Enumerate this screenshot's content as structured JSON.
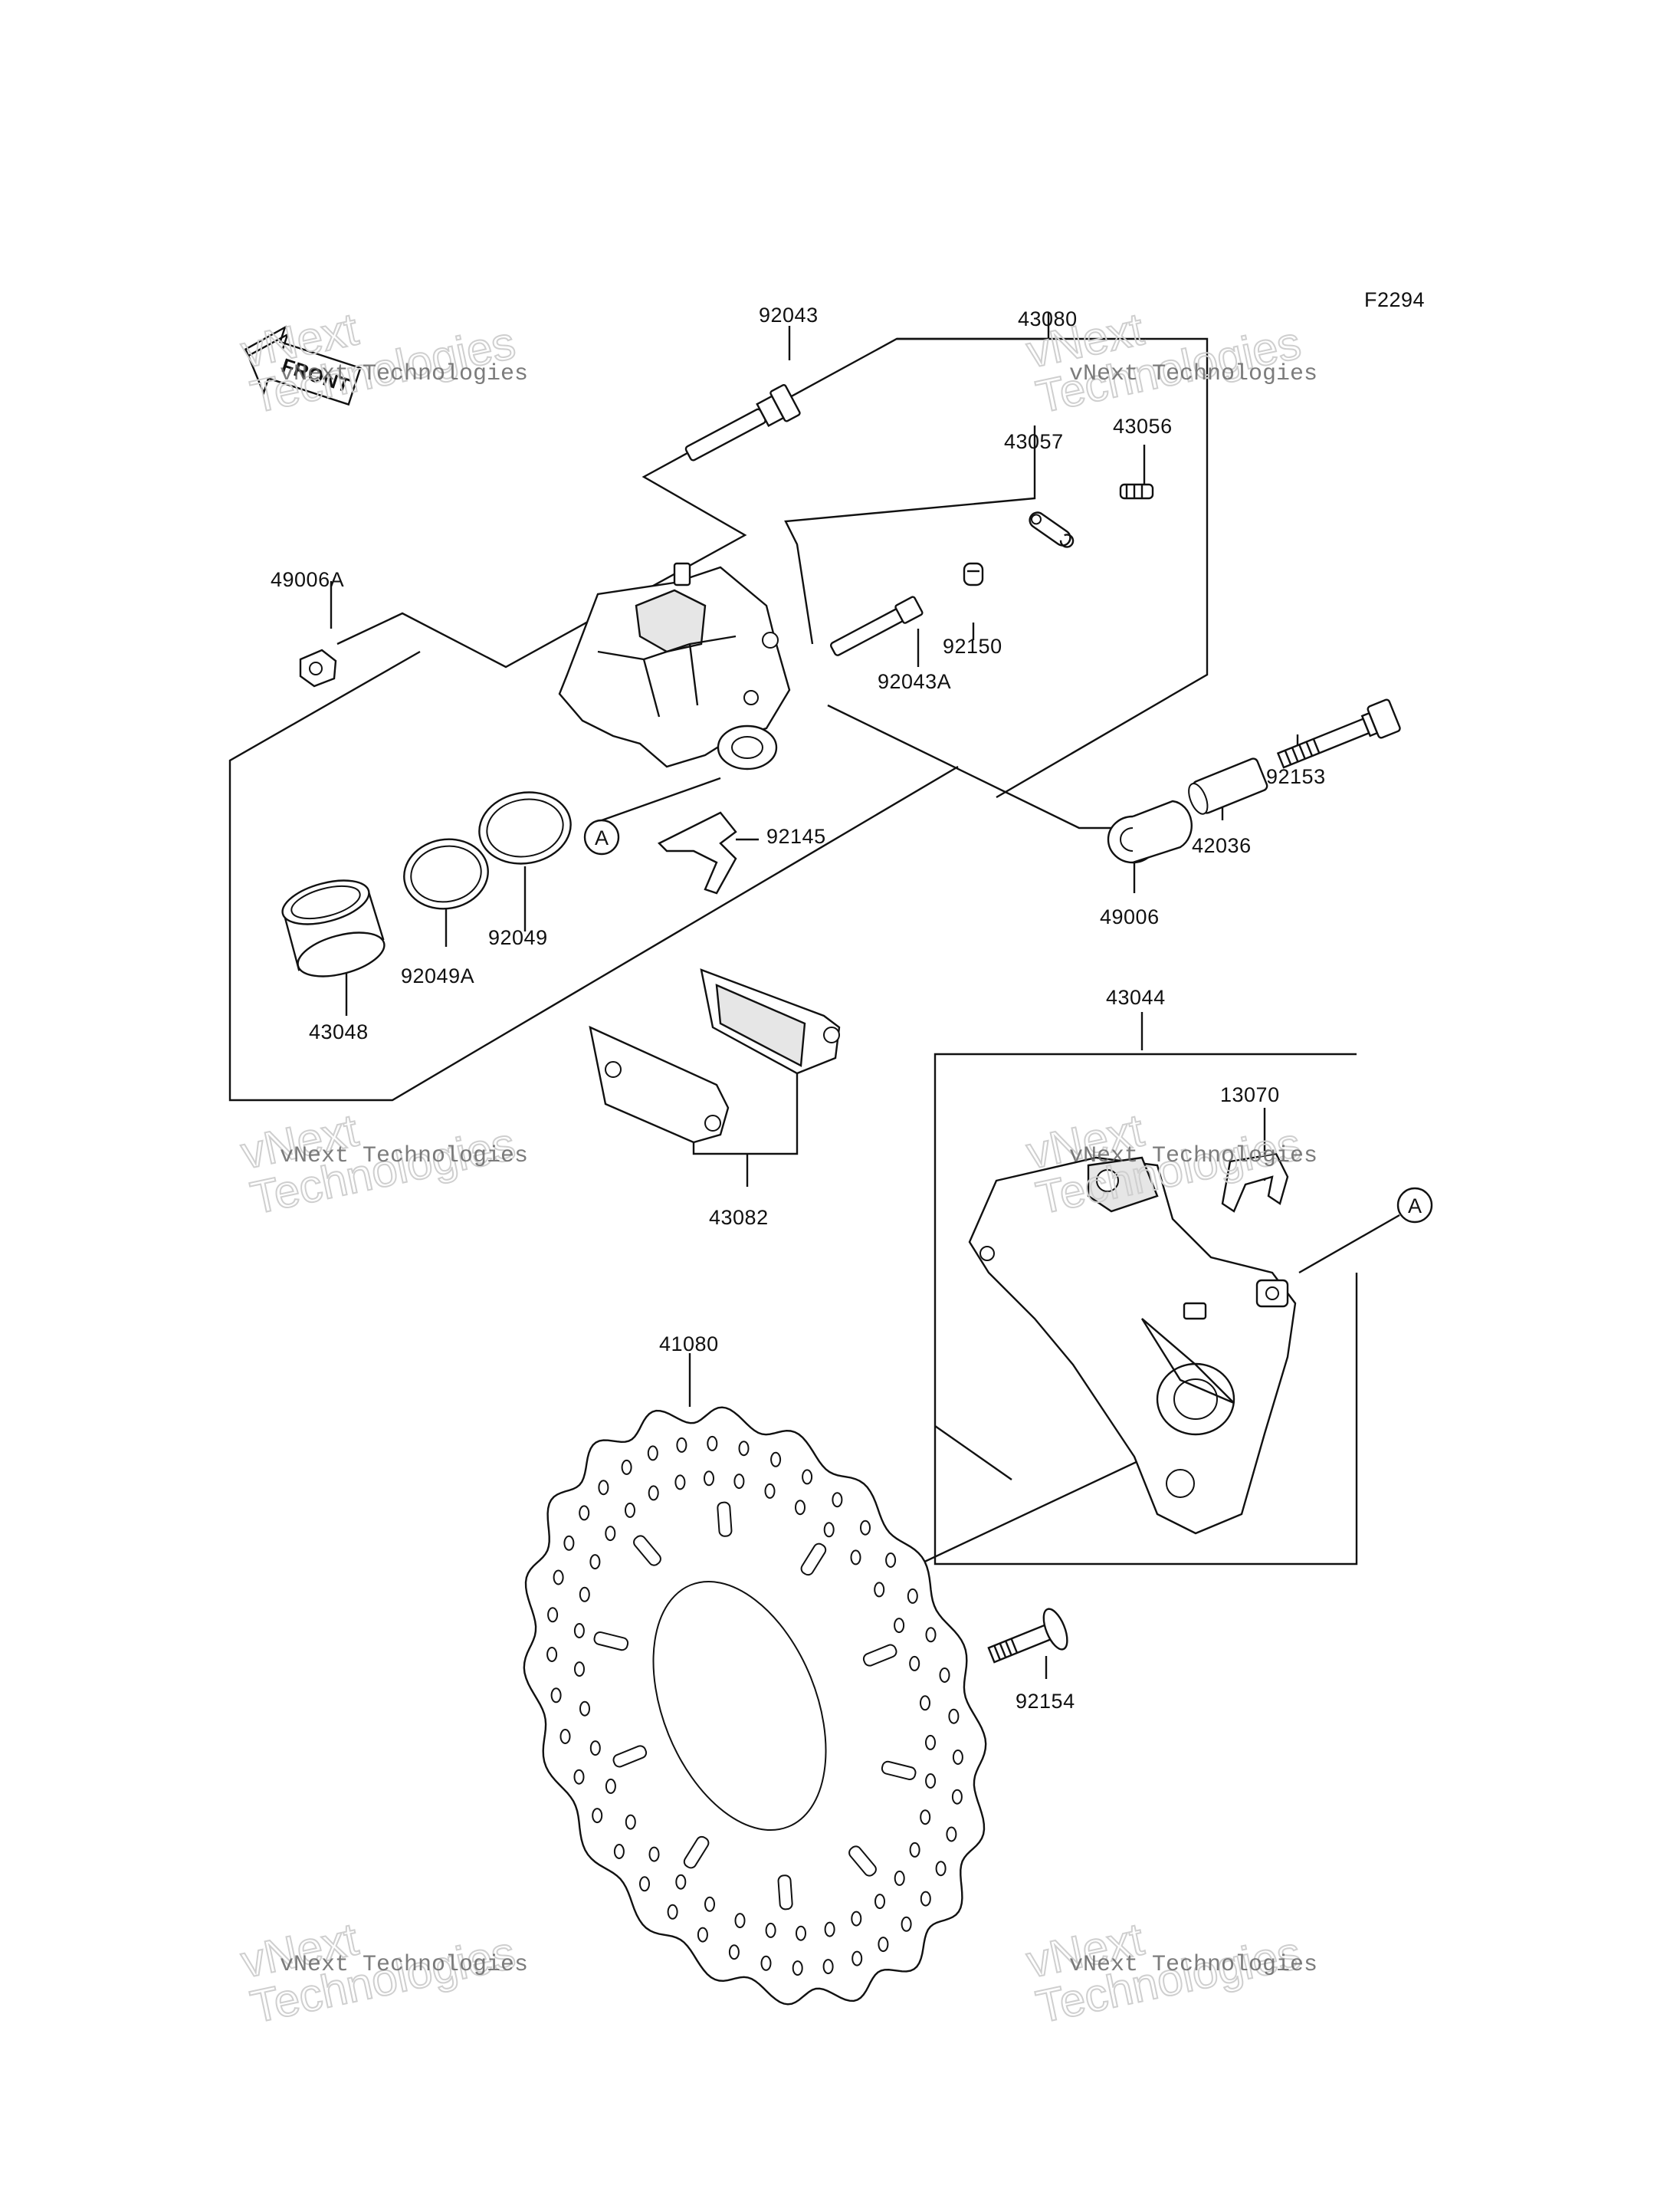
{
  "figure_code": "F2294",
  "front_badge": "FRONT",
  "callout_marker": "A",
  "watermark": {
    "line1": "vNext Technologies",
    "line2": "vNext\nTechnologies"
  },
  "parts": [
    {
      "id": "92043",
      "label": "92043"
    },
    {
      "id": "43080",
      "label": "43080"
    },
    {
      "id": "43057",
      "label": "43057"
    },
    {
      "id": "43056",
      "label": "43056"
    },
    {
      "id": "49006A",
      "label": "49006A"
    },
    {
      "id": "92150",
      "label": "92150"
    },
    {
      "id": "92043A",
      "label": "92043A"
    },
    {
      "id": "92153",
      "label": "92153"
    },
    {
      "id": "92145",
      "label": "92145"
    },
    {
      "id": "42036",
      "label": "42036"
    },
    {
      "id": "49006",
      "label": "49006"
    },
    {
      "id": "92049",
      "label": "92049"
    },
    {
      "id": "92049A",
      "label": "92049A"
    },
    {
      "id": "43048",
      "label": "43048"
    },
    {
      "id": "43044",
      "label": "43044"
    },
    {
      "id": "13070",
      "label": "13070"
    },
    {
      "id": "43082",
      "label": "43082"
    },
    {
      "id": "41080",
      "label": "41080"
    },
    {
      "id": "92154",
      "label": "92154"
    }
  ]
}
